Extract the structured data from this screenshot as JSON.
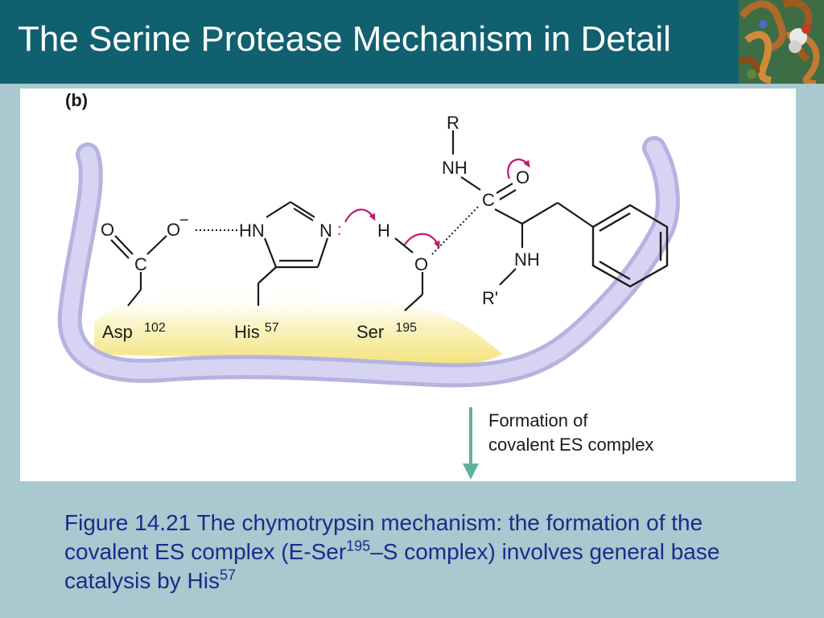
{
  "slide": {
    "title": "The Serine Protease Mechanism in Detail"
  },
  "corner_image": {
    "icon": "protein-helix-illustration"
  },
  "figure": {
    "panel_label": "(b)",
    "residues": {
      "asp": {
        "name": "Asp",
        "number": "102"
      },
      "his": {
        "name": "His",
        "number": "57"
      },
      "ser": {
        "name": "Ser",
        "number": "195"
      }
    },
    "atoms": {
      "o_double": "O",
      "o_minus": "O",
      "charge_minus": "−",
      "c_carboxyl": "C",
      "hn": "HN",
      "n_his": "N",
      "lone_pair": ":",
      "h": "H",
      "o_ser": "O",
      "r_top": "R",
      "nh_top": "NH",
      "o_carbonyl": "O",
      "c_carbonyl": "C",
      "nh_bottom": "NH",
      "r_prime": "R'"
    },
    "step_label_line1": "Formation of",
    "step_label_line2": "covalent ES complex",
    "colors": {
      "membrane": "#cfcdee",
      "membrane_edge": "#b9b6e2",
      "pocket_yellow": "#f6eda0",
      "arrow_magenta": "#c2186b",
      "step_arrow": "#5fb39c"
    }
  },
  "caption": {
    "part1": "Figure 14.21 The chymotrypsin mechanism: the formation of the covalent ES complex (E-Ser",
    "sup1": "195",
    "part2": "–S complex) involves general base catalysis by His",
    "sup2": "57"
  }
}
